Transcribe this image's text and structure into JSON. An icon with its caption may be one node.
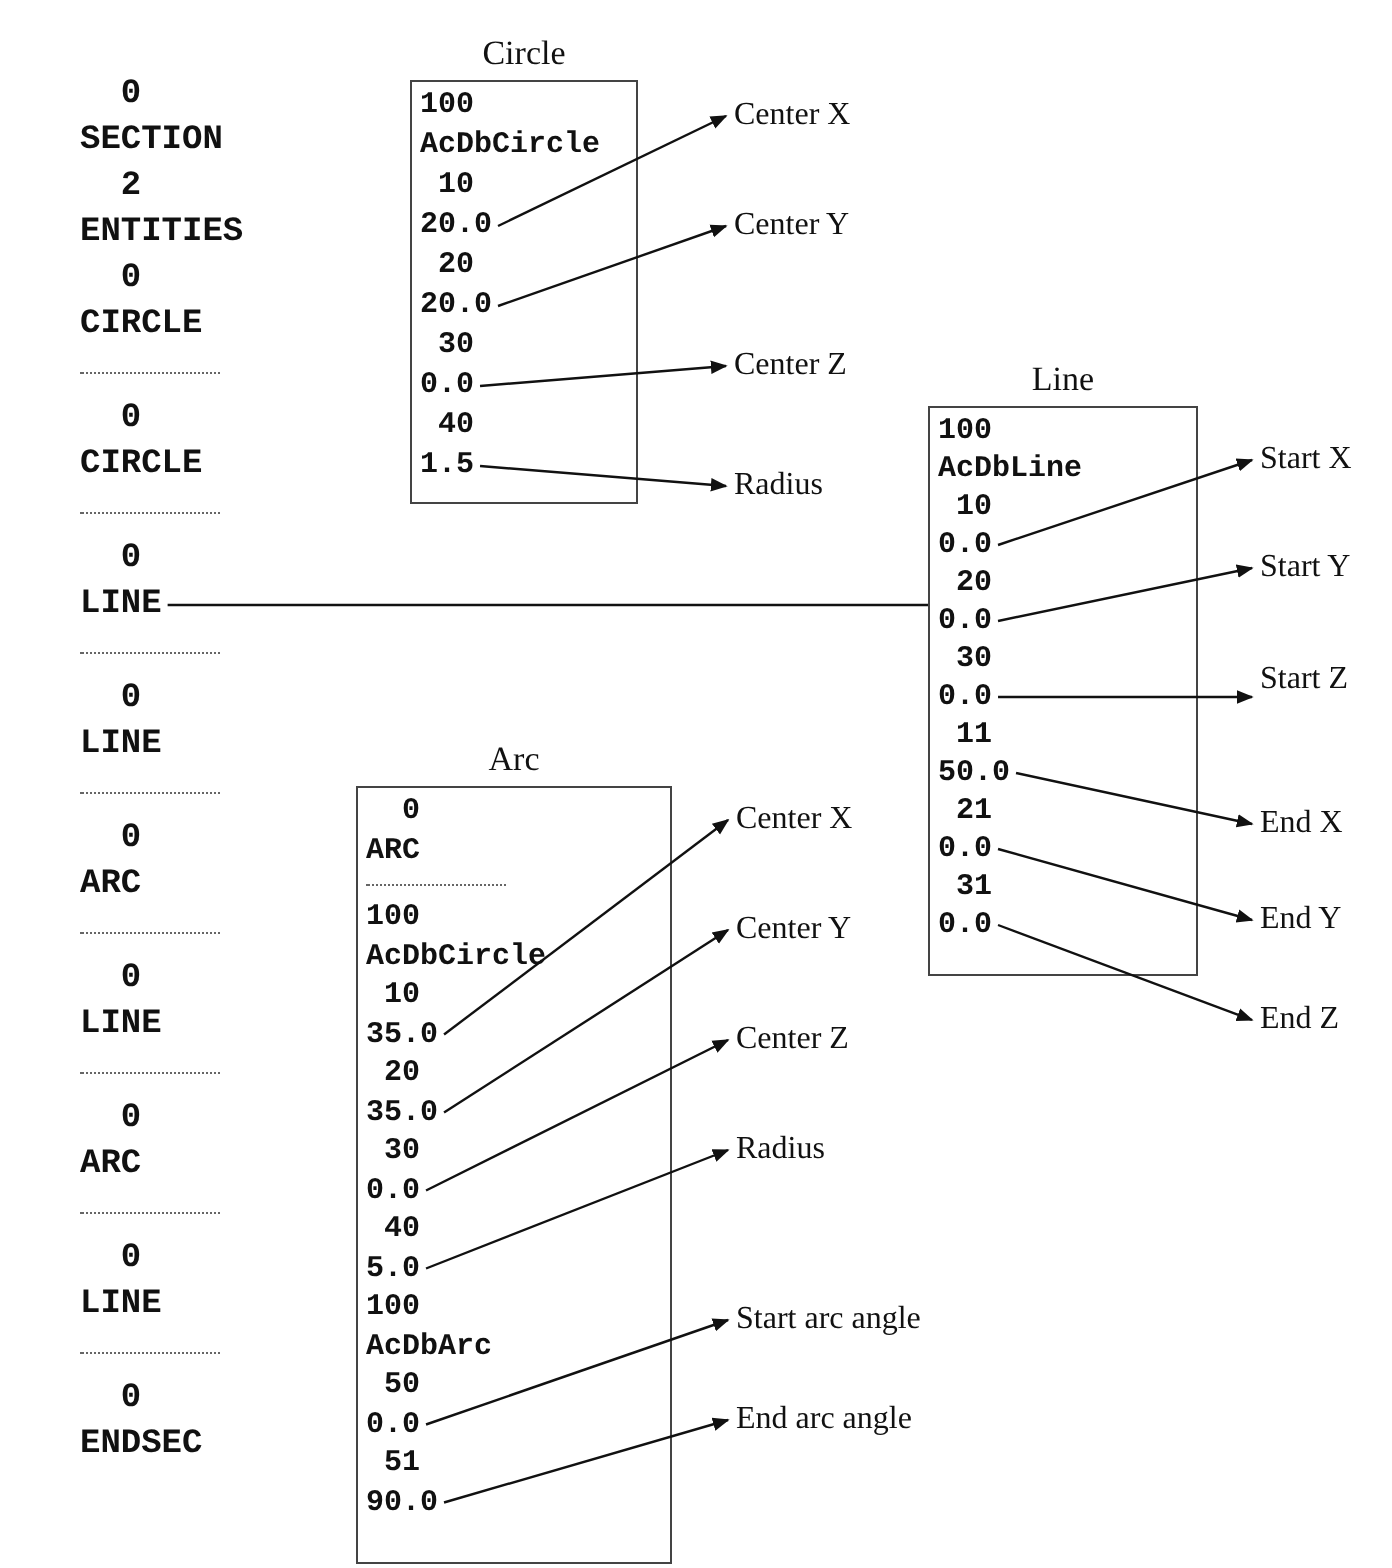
{
  "diagram": {
    "nodes": [
      {
        "text": [
          "0"
        ]
      },
      {
        "text": [
          "SECTION"
        ]
      },
      {
        "text": [
          "2"
        ]
      },
      {
        "text": [
          "ENTITIES"
        ]
      },
      {
        "text": [
          "0"
        ]
      },
      {
        "text": [
          "CIRCLE"
        ]
      },
      {
        "text": [
          "0"
        ]
      },
      {
        "text": [
          "CIRCLE"
        ]
      },
      {
        "text": [
          "0"
        ]
      },
      {
        "text": [
          "LINE"
        ]
      },
      {
        "text": [
          "0"
        ]
      },
      {
        "text": [
          "LINE"
        ]
      },
      {
        "text": [
          "0"
        ]
      },
      {
        "text": [
          "ARC"
        ]
      },
      {
        "text": [
          "0"
        ]
      },
      {
        "text": [
          "LINE"
        ]
      },
      {
        "text": [
          "0"
        ]
      },
      {
        "text": [
          "ARC"
        ]
      },
      {
        "text": [
          "0"
        ]
      },
      {
        "text": [
          "LINE"
        ]
      },
      {
        "text": [
          "0"
        ]
      },
      {
        "text": [
          "ENDSEC"
        ]
      },
      {
        "text": [
          "Circle"
        ]
      },
      {
        "text": [
          "100"
        ],
        "in": 22
      },
      {
        "text": [
          "AcDbCircle"
        ],
        "in": 22
      },
      {
        "text": [
          "10"
        ],
        "in": 22
      },
      {
        "text": [
          "20.0"
        ],
        "in": 22
      },
      {
        "text": [
          "20"
        ],
        "in": 22
      },
      {
        "text": [
          "20.0"
        ],
        "in": 22
      },
      {
        "text": [
          "30"
        ],
        "in": 22
      },
      {
        "text": [
          "0.0"
        ],
        "in": 22
      },
      {
        "text": [
          "40"
        ],
        "in": 22
      },
      {
        "text": [
          "1.5"
        ],
        "in": 22
      },
      {
        "text": [
          "Center X"
        ]
      },
      {
        "text": [
          "Center Y"
        ]
      },
      {
        "text": [
          "Center Z"
        ]
      },
      {
        "text": [
          "Radius"
        ]
      },
      {
        "text": [
          "Line"
        ]
      },
      {
        "text": [
          "100"
        ],
        "in": 37
      },
      {
        "text": [
          "AcDbLine"
        ],
        "in": 37
      },
      {
        "text": [
          "10"
        ],
        "in": 37
      },
      {
        "text": [
          "0.0"
        ],
        "in": 37
      },
      {
        "text": [
          "20"
        ],
        "in": 37
      },
      {
        "text": [
          "0.0"
        ],
        "in": 37
      },
      {
        "text": [
          "30"
        ],
        "in": 37
      },
      {
        "text": [
          "0.0"
        ],
        "in": 37
      },
      {
        "text": [
          "11"
        ],
        "in": 37
      },
      {
        "text": [
          "50.0"
        ],
        "in": 37
      },
      {
        "text": [
          "21"
        ],
        "in": 37
      },
      {
        "text": [
          "0.0"
        ],
        "in": 37
      },
      {
        "text": [
          "31"
        ],
        "in": 37
      },
      {
        "text": [
          "0.0"
        ],
        "in": 37
      },
      {
        "text": [
          "Start X"
        ]
      },
      {
        "text": [
          "Start Y"
        ]
      },
      {
        "text": [
          "Start Z"
        ]
      },
      {
        "text": [
          "End X"
        ]
      },
      {
        "text": [
          "End Y"
        ]
      },
      {
        "text": [
          "End Z"
        ]
      },
      {
        "text": [
          "Arc"
        ]
      },
      {
        "text": [
          "0"
        ],
        "in": 58
      },
      {
        "text": [
          "ARC"
        ],
        "in": 58
      },
      {
        "text": [
          "100"
        ],
        "in": 58
      },
      {
        "text": [
          "AcDbCircle"
        ],
        "in": 58
      },
      {
        "text": [
          "10"
        ],
        "in": 58
      },
      {
        "text": [
          "35.0"
        ],
        "in": 58
      },
      {
        "text": [
          "20"
        ],
        "in": 58
      },
      {
        "text": [
          "35.0"
        ],
        "in": 58
      },
      {
        "text": [
          "30"
        ],
        "in": 58
      },
      {
        "text": [
          "0.0"
        ],
        "in": 58
      },
      {
        "text": [
          "40"
        ],
        "in": 58
      },
      {
        "text": [
          "5.0"
        ],
        "in": 58
      },
      {
        "text": [
          "100"
        ],
        "in": 58
      },
      {
        "text": [
          "AcDbArc"
        ],
        "in": 58
      },
      {
        "text": [
          "50"
        ],
        "in": 58
      },
      {
        "text": [
          "0.0"
        ],
        "in": 58
      },
      {
        "text": [
          "51"
        ],
        "in": 58
      },
      {
        "text": [
          "90.0"
        ],
        "in": 58
      },
      {
        "text": [
          "Center X"
        ]
      },
      {
        "text": [
          "Center Y"
        ]
      },
      {
        "text": [
          "Center Z"
        ]
      },
      {
        "text": [
          "Radius"
        ]
      },
      {
        "text": [
          "Start arc angle"
        ]
      },
      {
        "text": [
          "End arc angle"
        ]
      }
    ],
    "edges": [
      {
        "from": 9,
        "to": 37,
        "arrow": "none"
      },
      {
        "from": 26,
        "to": 33,
        "arrow": "to"
      },
      {
        "from": 28,
        "to": 34,
        "arrow": "to"
      },
      {
        "from": 30,
        "to": 35,
        "arrow": "to"
      },
      {
        "from": 32,
        "to": 36,
        "arrow": "to"
      },
      {
        "from": 41,
        "to": 52,
        "arrow": "to"
      },
      {
        "from": 43,
        "to": 53,
        "arrow": "to"
      },
      {
        "from": 45,
        "to": 54,
        "arrow": "to"
      },
      {
        "from": 47,
        "to": 55,
        "arrow": "to"
      },
      {
        "from": 49,
        "to": 56,
        "arrow": "to"
      },
      {
        "from": 51,
        "to": 57,
        "arrow": "to"
      },
      {
        "from": 64,
        "to": 77,
        "arrow": "to"
      },
      {
        "from": 66,
        "to": 78,
        "arrow": "to"
      },
      {
        "from": 68,
        "to": 79,
        "arrow": "to"
      },
      {
        "from": 70,
        "to": 80,
        "arrow": "to"
      },
      {
        "from": 74,
        "to": 81,
        "arrow": "to"
      },
      {
        "from": 76,
        "to": 82,
        "arrow": "to"
      }
    ]
  }
}
